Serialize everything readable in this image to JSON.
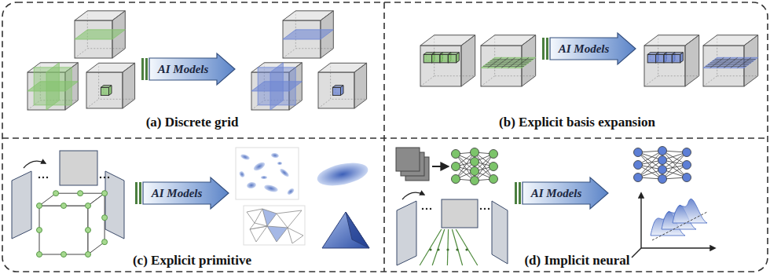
{
  "diagram": {
    "nodes": [
      {
        "text": [
          "(a) Discrete grid"
        ]
      },
      {
        "text": [
          "AI Models"
        ],
        "in": 0
      },
      {
        "text": [
          "(b) Explicit basis expansion"
        ]
      },
      {
        "text": [
          "AI Models"
        ],
        "in": 2
      },
      {
        "text": [
          "(c) Explicit primitive"
        ]
      },
      {
        "text": [
          "AI Models"
        ],
        "in": 4
      },
      {
        "text": [
          "(d) Implicit neural"
        ]
      },
      {
        "text": [
          "AI Models"
        ],
        "in": 6
      }
    ]
  }
}
